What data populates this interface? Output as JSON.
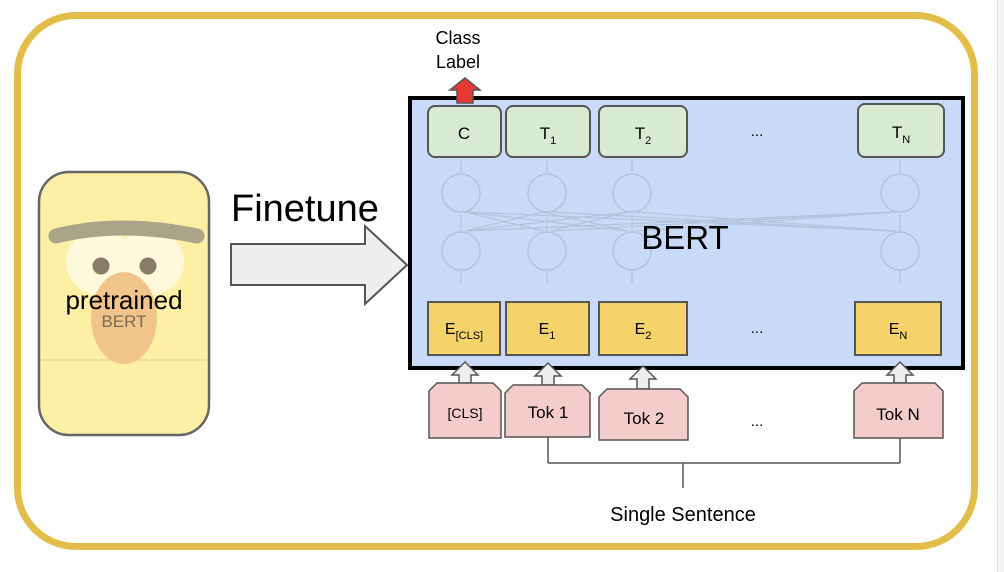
{
  "output": {
    "line1": "Class",
    "line2": "Label"
  },
  "model_label": "BERT",
  "arrow_label": "Finetune",
  "character": {
    "caption": "pretrained",
    "badge": "BERT"
  },
  "top_row": {
    "c": "C",
    "t": "T",
    "t1_sub": "1",
    "t2_sub": "2",
    "tn_sub": "N",
    "ellipsis": "..."
  },
  "embed_row": {
    "e": "E",
    "cls_sub": "[CLS]",
    "e1_sub": "1",
    "e2_sub": "2",
    "en_sub": "N",
    "ellipsis": "..."
  },
  "token_row": {
    "cls": "[CLS]",
    "tok1": "Tok 1",
    "tok2": "Tok 2",
    "tokn": "Tok N",
    "ellipsis": "..."
  },
  "bottom_label": "Single Sentence",
  "colors": {
    "frame": "#e3bd4a",
    "bert_box": "#c9daf8",
    "output_box": "#d9ead3",
    "embed_box": "#f6d26a",
    "token_box": "#f4cccc",
    "class_arrow": "#e53935"
  }
}
